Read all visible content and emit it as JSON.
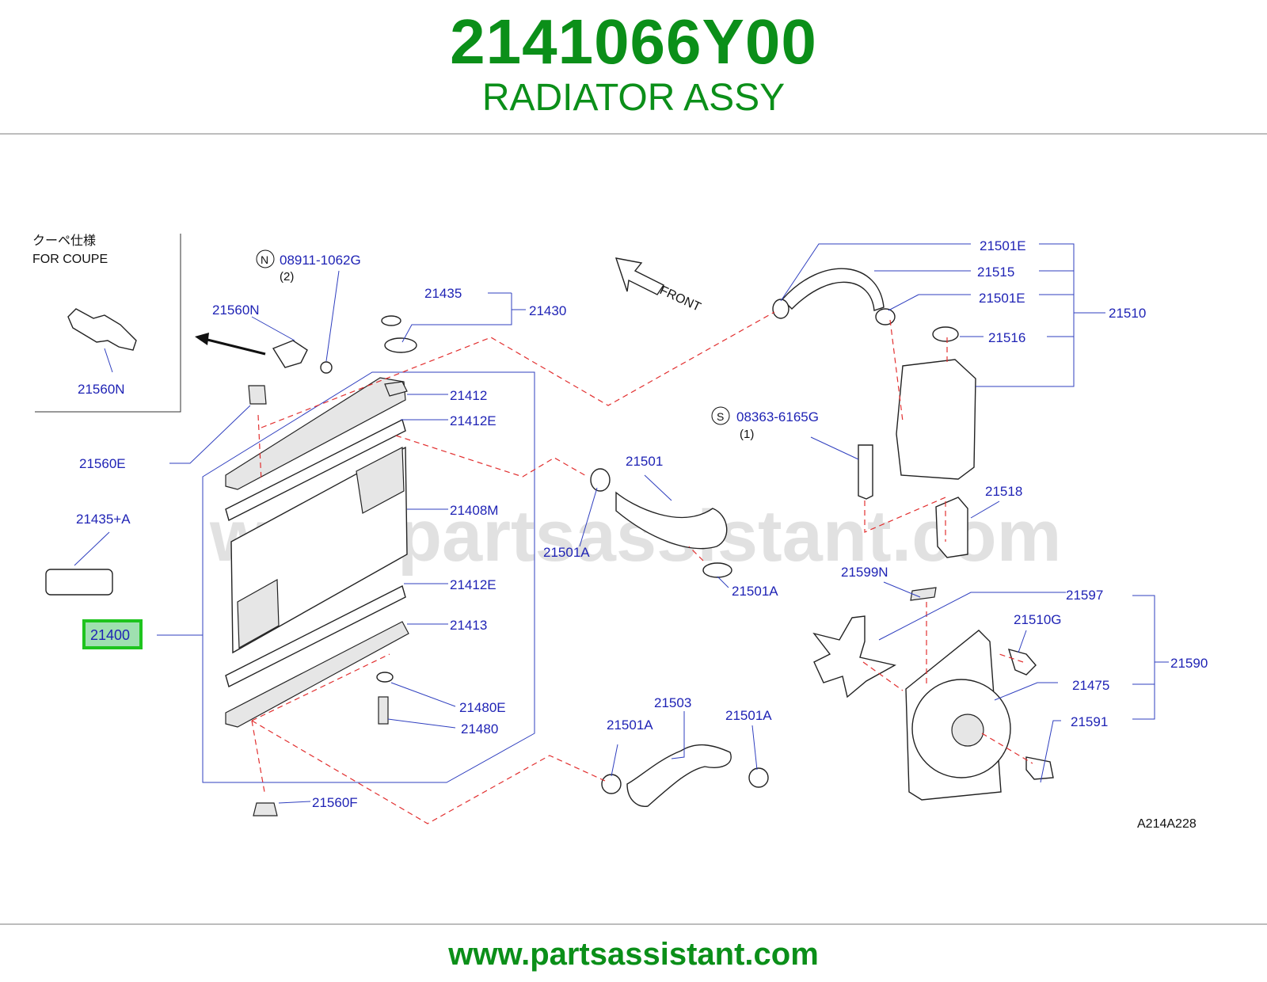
{
  "header": {
    "part_number": "2141066Y00",
    "part_name": "RADIATOR ASSY"
  },
  "footer": {
    "url": "www.partsassistant.com"
  },
  "diagram": {
    "watermark": "www.partsassistant.com",
    "inset": {
      "title_jp": "クーペ仕様",
      "title_en": "FOR  COUPE",
      "label": "21560N"
    },
    "front_label": "FRONT",
    "code": "A214A228",
    "highlight": "21400",
    "labels": {
      "n_marker": "N",
      "n_part": "08911-1062G",
      "n_qty": "(2)",
      "s_marker": "S",
      "s_part": "08363-6165G",
      "s_qty": "(1)",
      "l21560N": "21560N",
      "l21435": "21435",
      "l21430": "21430",
      "l21412": "21412",
      "l21412E_top": "21412E",
      "l21560E": "21560E",
      "l21408M": "21408M",
      "l21435A": "21435+A",
      "l21412E_bot": "21412E",
      "l21413": "21413",
      "l21480E": "21480E",
      "l21480": "21480",
      "l21560F": "21560F",
      "l21501": "21501",
      "l21501A_1": "21501A",
      "l21501A_2": "21501A",
      "l21503": "21503",
      "l21501A_3": "21501A",
      "l21501A_4": "21501A",
      "l21501E_1": "21501E",
      "l21515": "21515",
      "l21501E_2": "21501E",
      "l21510": "21510",
      "l21516": "21516",
      "l21518": "21518",
      "l21599N": "21599N",
      "l21597": "21597",
      "l21510G": "21510G",
      "l21590": "21590",
      "l21475": "21475",
      "l21591": "21591"
    }
  }
}
